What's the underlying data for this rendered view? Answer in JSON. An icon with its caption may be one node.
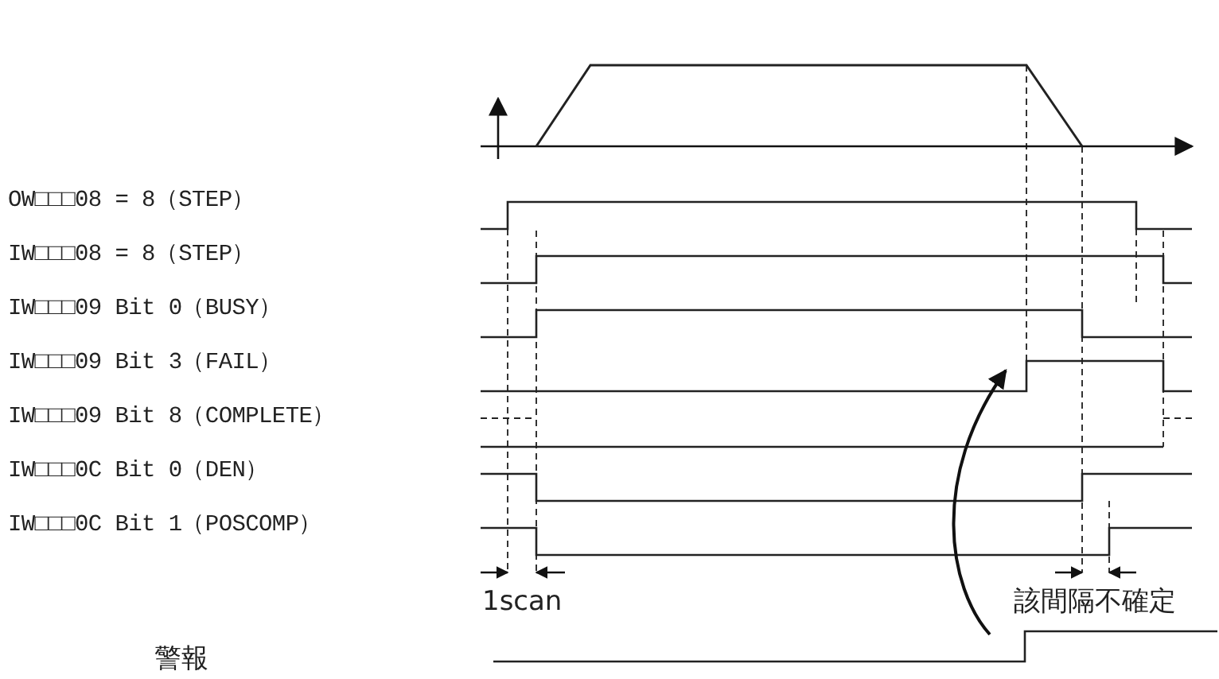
{
  "diagram": {
    "labels": [
      "OW□□□08 = 8（STEP）",
      "IW□□□08 = 8（STEP）",
      "IW□□□09 Bit 0（BUSY）",
      "IW□□□09 Bit 3（FAIL）",
      "IW□□□09 Bit 8（COMPLETE）",
      "IW□□□0C Bit 0（DEN）",
      "IW□□□0C Bit 1（POSCOMP）",
      "1scan",
      "該間隔不確定",
      "警報"
    ]
  }
}
